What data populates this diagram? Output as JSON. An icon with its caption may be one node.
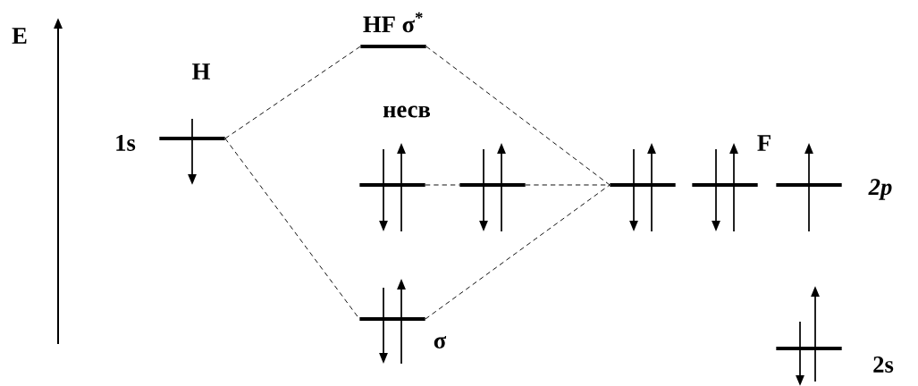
{
  "diagram": {
    "nodes": [
      {
        "text": [
          "H"
        ],
        "beside": [
          "1s"
        ]
      },
      {
        "text": [
          "HF σ$^{*}$"
        ]
      },
      {
        "text": [],
        "shape": "bar"
      },
      {
        "text": [],
        "shape": "bar"
      },
      {
        "text": [],
        "shape": "bar",
        "beside": [
          "σ"
        ]
      },
      {
        "text": [],
        "shape": "bar"
      },
      {
        "text": [],
        "shape": "bar"
      },
      {
        "text": [],
        "shape": "bar"
      },
      {
        "text": [],
        "shape": "bar",
        "beside": [
          "2s"
        ]
      }
    ],
    "edges": [
      {
        "from": 0,
        "to": 1,
        "arrow": "none",
        "style": "dashed"
      },
      {
        "from": 0,
        "to": 4,
        "arrow": "none",
        "style": "dashed"
      },
      {
        "from": 1,
        "to": 5,
        "arrow": "none",
        "style": "dashed"
      },
      {
        "from": 2,
        "to": 3,
        "arrow": "none",
        "style": "dashed"
      },
      {
        "from": 3,
        "to": 5,
        "arrow": "none",
        "style": "dashed"
      },
      {
        "from": 4,
        "to": 5,
        "arrow": "none",
        "style": "dashed"
      }
    ],
    "labels": [
      "E",
      "несв",
      "F",
      "2p"
    ]
  }
}
